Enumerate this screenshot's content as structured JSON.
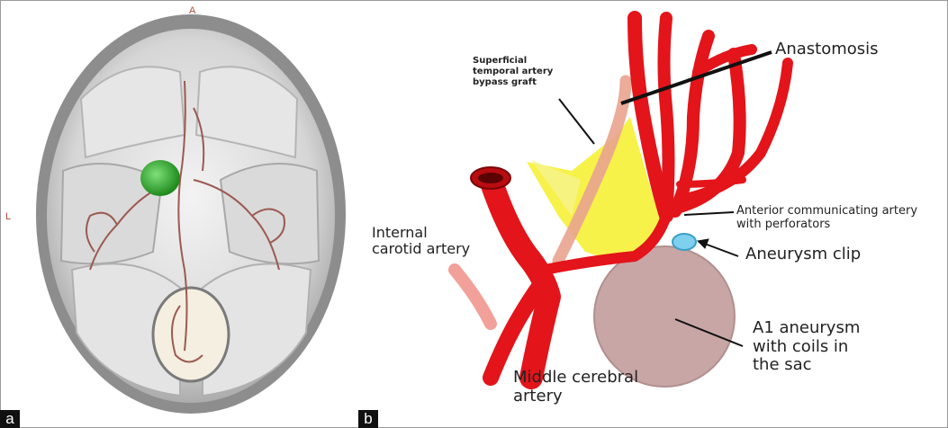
{
  "panel_a": {
    "label": "a",
    "orientation_top": "A",
    "orientation_left": "L"
  },
  "panel_b": {
    "label": "b",
    "annotations": {
      "sta_bypass": [
        "Superficial",
        "temporal artery",
        "bypass graft"
      ],
      "anastomosis": "Anastomosis",
      "acom": [
        "Anterior communicating artery",
        "with perforators"
      ],
      "internal_carotid": [
        "Internal",
        "carotid artery"
      ],
      "aneurysm_clip": "Aneurysm clip",
      "a1_aneurysm": [
        "A1 aneurysm",
        "with coils in",
        "the sac"
      ],
      "middle_cerebral": [
        "Middle cerebral",
        "artery"
      ]
    }
  },
  "colors": {
    "artery_red": "#e3141a",
    "graft_pink": "#f2a09a",
    "yellow": "#f4f02a",
    "aneurysm_grey": "#c9a6a6",
    "clip_blue": "#7ed0ee",
    "tumor_green": "#3fbf3a"
  }
}
